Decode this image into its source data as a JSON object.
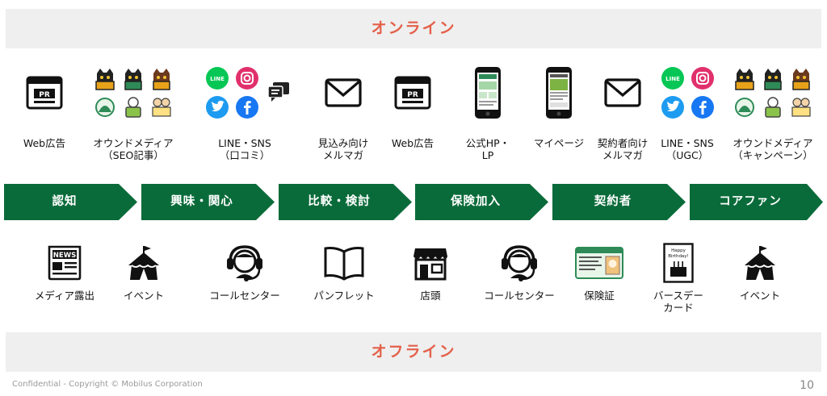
{
  "bands": {
    "online": "オンライン",
    "offline": "オフライン"
  },
  "online_columns": [
    {
      "label": "Web広告",
      "icon": "web-ad-icon"
    },
    {
      "label": "オウンドメディア\n（SEO記事）",
      "icon": "owned-media-characters-icon"
    },
    {
      "label": "LINE・SNS\n（口コミ）",
      "icon": "sns-icons"
    },
    {
      "label": "見込み向け\nメルマガ",
      "icon": "mail-icon"
    },
    {
      "label": "Web広告",
      "icon": "web-ad-icon"
    },
    {
      "label": "公式HP・\nLP",
      "icon": "smartphone-hp-icon"
    },
    {
      "label": "マイページ",
      "icon": "smartphone-mypage-icon"
    },
    {
      "label": "契約者向け\nメルマガ",
      "icon": "mail-icon"
    },
    {
      "label": "LINE・SNS\n（UGC）",
      "icon": "sns-icons"
    },
    {
      "label": "オウンドメディア\n（キャンペーン）",
      "icon": "owned-media-characters-icon"
    }
  ],
  "stages": [
    "認知",
    "興味・関心",
    "比較・検討",
    "保険加入",
    "契約者",
    "コアファン"
  ],
  "offline_columns": [
    {
      "label": "メディア露出",
      "icon": "newspaper-icon"
    },
    {
      "label": "イベント",
      "icon": "tent-icon"
    },
    {
      "label": "コールセンター",
      "icon": "headset-icon"
    },
    {
      "label": "パンフレット",
      "icon": "book-icon"
    },
    {
      "label": "店頭",
      "icon": "store-icon"
    },
    {
      "label": "コールセンター",
      "icon": "headset-icon"
    },
    {
      "label": "保険証",
      "icon": "insurance-card-icon"
    },
    {
      "label": "バースデー\nカード",
      "icon": "birthday-card-icon"
    },
    {
      "label": "イベント",
      "icon": "tent-icon"
    }
  ],
  "icon_text": {
    "pr": "PR",
    "news": "NEWS",
    "line": "LINE",
    "happy_birthday": "Happy\nBirthday!"
  },
  "colors": {
    "accent": "#e4604a",
    "stage_green": "#0a6b3a",
    "line_green": "#06c755",
    "twitter": "#1d9bf0",
    "facebook": "#1877f2"
  },
  "footer": {
    "copyright": "Confidential - Copyright © Mobilus Corporation",
    "page": "10"
  }
}
